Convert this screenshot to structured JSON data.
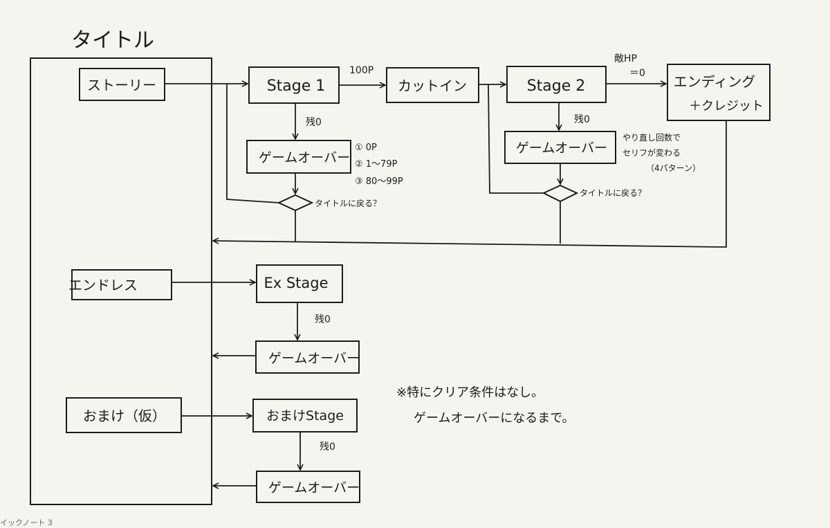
{
  "title": "タイトル",
  "menu": {
    "story": "ストーリー",
    "endless": "エンドレス",
    "omake": "おまけ（仮）"
  },
  "story_flow": {
    "stage1": "Stage 1",
    "cutin": "カットイン",
    "stage2": "Stage 2",
    "ending_line1": "エンディング",
    "ending_line2": "＋クレジット",
    "gameover": "ゲームオーバー",
    "label_100p": "100P",
    "label_enemy_hp_line1": "敵HP",
    "label_enemy_hp_line2": "＝0",
    "label_zan0": "残0",
    "return_title": "タイトルに戻る？",
    "conditions": [
      "① 0P",
      "② 1〜79P",
      "③ 80〜99P"
    ],
    "retry_note": [
      "やり直し回数で",
      "セリフが変わる",
      "（4パターン）"
    ]
  },
  "endless_flow": {
    "stage": "Ex Stage",
    "label_zan0": "残0",
    "gameover": "ゲームオーバー"
  },
  "omake_flow": {
    "stage": "おまけStage",
    "label_zan0": "残0",
    "gameover": "ゲームオーバー"
  },
  "note": {
    "line1": "※特にクリア条件はなし。",
    "line2": "ゲームオーバーになるまで。"
  },
  "footer": "イックノート 3"
}
